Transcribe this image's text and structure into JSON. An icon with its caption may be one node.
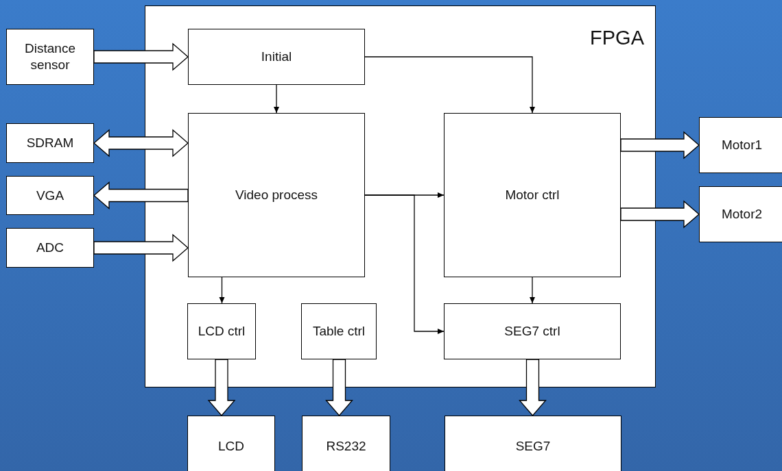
{
  "diagram": {
    "nodes": [
      {
        "text": [
          "FPGA"
        ]
      },
      {
        "text": [
          "Distance sensor"
        ]
      },
      {
        "text": [
          "SDRAM"
        ]
      },
      {
        "text": [
          "VGA"
        ]
      },
      {
        "text": [
          "ADC"
        ]
      },
      {
        "text": [
          "Initial"
        ],
        "in": 0
      },
      {
        "text": [
          "Video process"
        ],
        "in": 0
      },
      {
        "text": [
          "Motor ctrl"
        ],
        "in": 0
      },
      {
        "text": [
          "LCD ctrl"
        ],
        "in": 0
      },
      {
        "text": [
          "Table ctrl"
        ],
        "in": 0
      },
      {
        "text": [
          "SEG7 ctrl"
        ],
        "in": 0
      },
      {
        "text": [
          "Motor1"
        ]
      },
      {
        "text": [
          "Motor2"
        ]
      },
      {
        "text": [
          "LCD"
        ]
      },
      {
        "text": [
          "RS232"
        ]
      },
      {
        "text": [
          "SEG7"
        ]
      }
    ],
    "edges": [
      {
        "from": 1,
        "to": 5,
        "arrow": "to",
        "style": "thick"
      },
      {
        "from": 2,
        "to": 6,
        "arrow": "both",
        "style": "thick"
      },
      {
        "from": 6,
        "to": 3,
        "arrow": "to",
        "style": "thick"
      },
      {
        "from": 4,
        "to": 6,
        "arrow": "to",
        "style": "thick"
      },
      {
        "from": 7,
        "to": 11,
        "arrow": "to",
        "style": "thick"
      },
      {
        "from": 7,
        "to": 12,
        "arrow": "to",
        "style": "thick"
      },
      {
        "from": 8,
        "to": 13,
        "arrow": "to",
        "style": "thick"
      },
      {
        "from": 9,
        "to": 14,
        "arrow": "to",
        "style": "thick"
      },
      {
        "from": 10,
        "to": 15,
        "arrow": "to",
        "style": "thick"
      },
      {
        "from": 5,
        "to": 6,
        "arrow": "to"
      },
      {
        "from": 5,
        "to": 7,
        "arrow": "to"
      },
      {
        "from": 6,
        "to": 7,
        "arrow": "to"
      },
      {
        "from": 6,
        "to": 10,
        "arrow": "to"
      },
      {
        "from": 7,
        "to": 10,
        "arrow": "to"
      },
      {
        "from": 6,
        "to": 8,
        "arrow": "to"
      }
    ]
  }
}
